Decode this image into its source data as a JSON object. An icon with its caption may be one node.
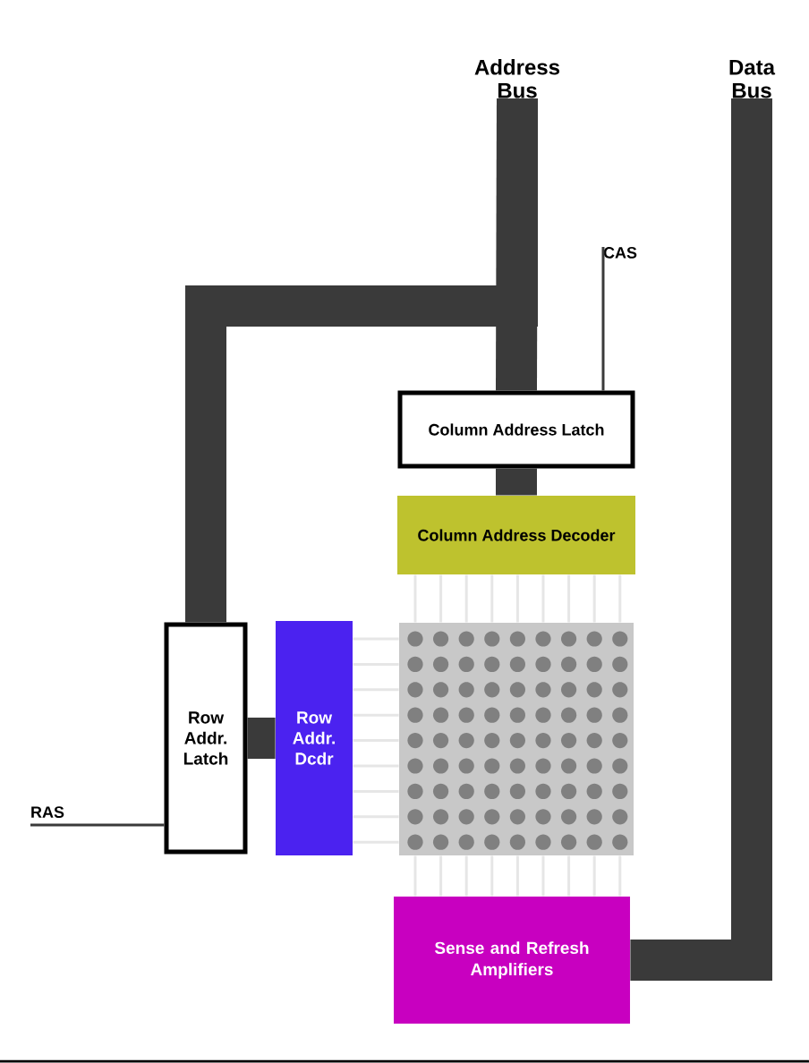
{
  "diagram": {
    "nodes": [
      {
        "text": [
          "Address Bus"
        ]
      },
      {
        "text": [
          "Data Bus"
        ]
      },
      {
        "text": [
          "CAS"
        ]
      },
      {
        "text": [
          "Column Address Latch"
        ]
      },
      {
        "text": [
          "Column Address Decoder"
        ]
      },
      {
        "text": [
          "Row Addr. Latch"
        ]
      },
      {
        "text": [
          "Row Addr. Dcdr"
        ]
      },
      {
        "text": [],
        "shape": "box"
      },
      {
        "text": [
          "Sense and Refresh Amplifiers"
        ]
      },
      {
        "text": [
          "RAS"
        ]
      }
    ],
    "edges": [
      {
        "from": 0,
        "to": 3,
        "arrow": "none",
        "style": "thick"
      },
      {
        "from": 0,
        "to": 5,
        "arrow": "none",
        "style": "thick"
      },
      {
        "from": 2,
        "to": 3,
        "arrow": "none"
      },
      {
        "from": 3,
        "to": 4,
        "arrow": "none",
        "style": "thick"
      },
      {
        "from": 9,
        "to": 5,
        "arrow": "none"
      },
      {
        "from": 5,
        "to": 6,
        "arrow": "none",
        "style": "thick"
      },
      {
        "from": 6,
        "to": 7,
        "arrow": "none",
        "color": "#e6e6e6"
      },
      {
        "from": 4,
        "to": 7,
        "arrow": "none",
        "color": "#e6e6e6"
      },
      {
        "from": 7,
        "to": 8,
        "arrow": "none",
        "color": "#e6e6e6"
      },
      {
        "from": 8,
        "to": 1,
        "arrow": "none",
        "style": "thick"
      }
    ]
  }
}
